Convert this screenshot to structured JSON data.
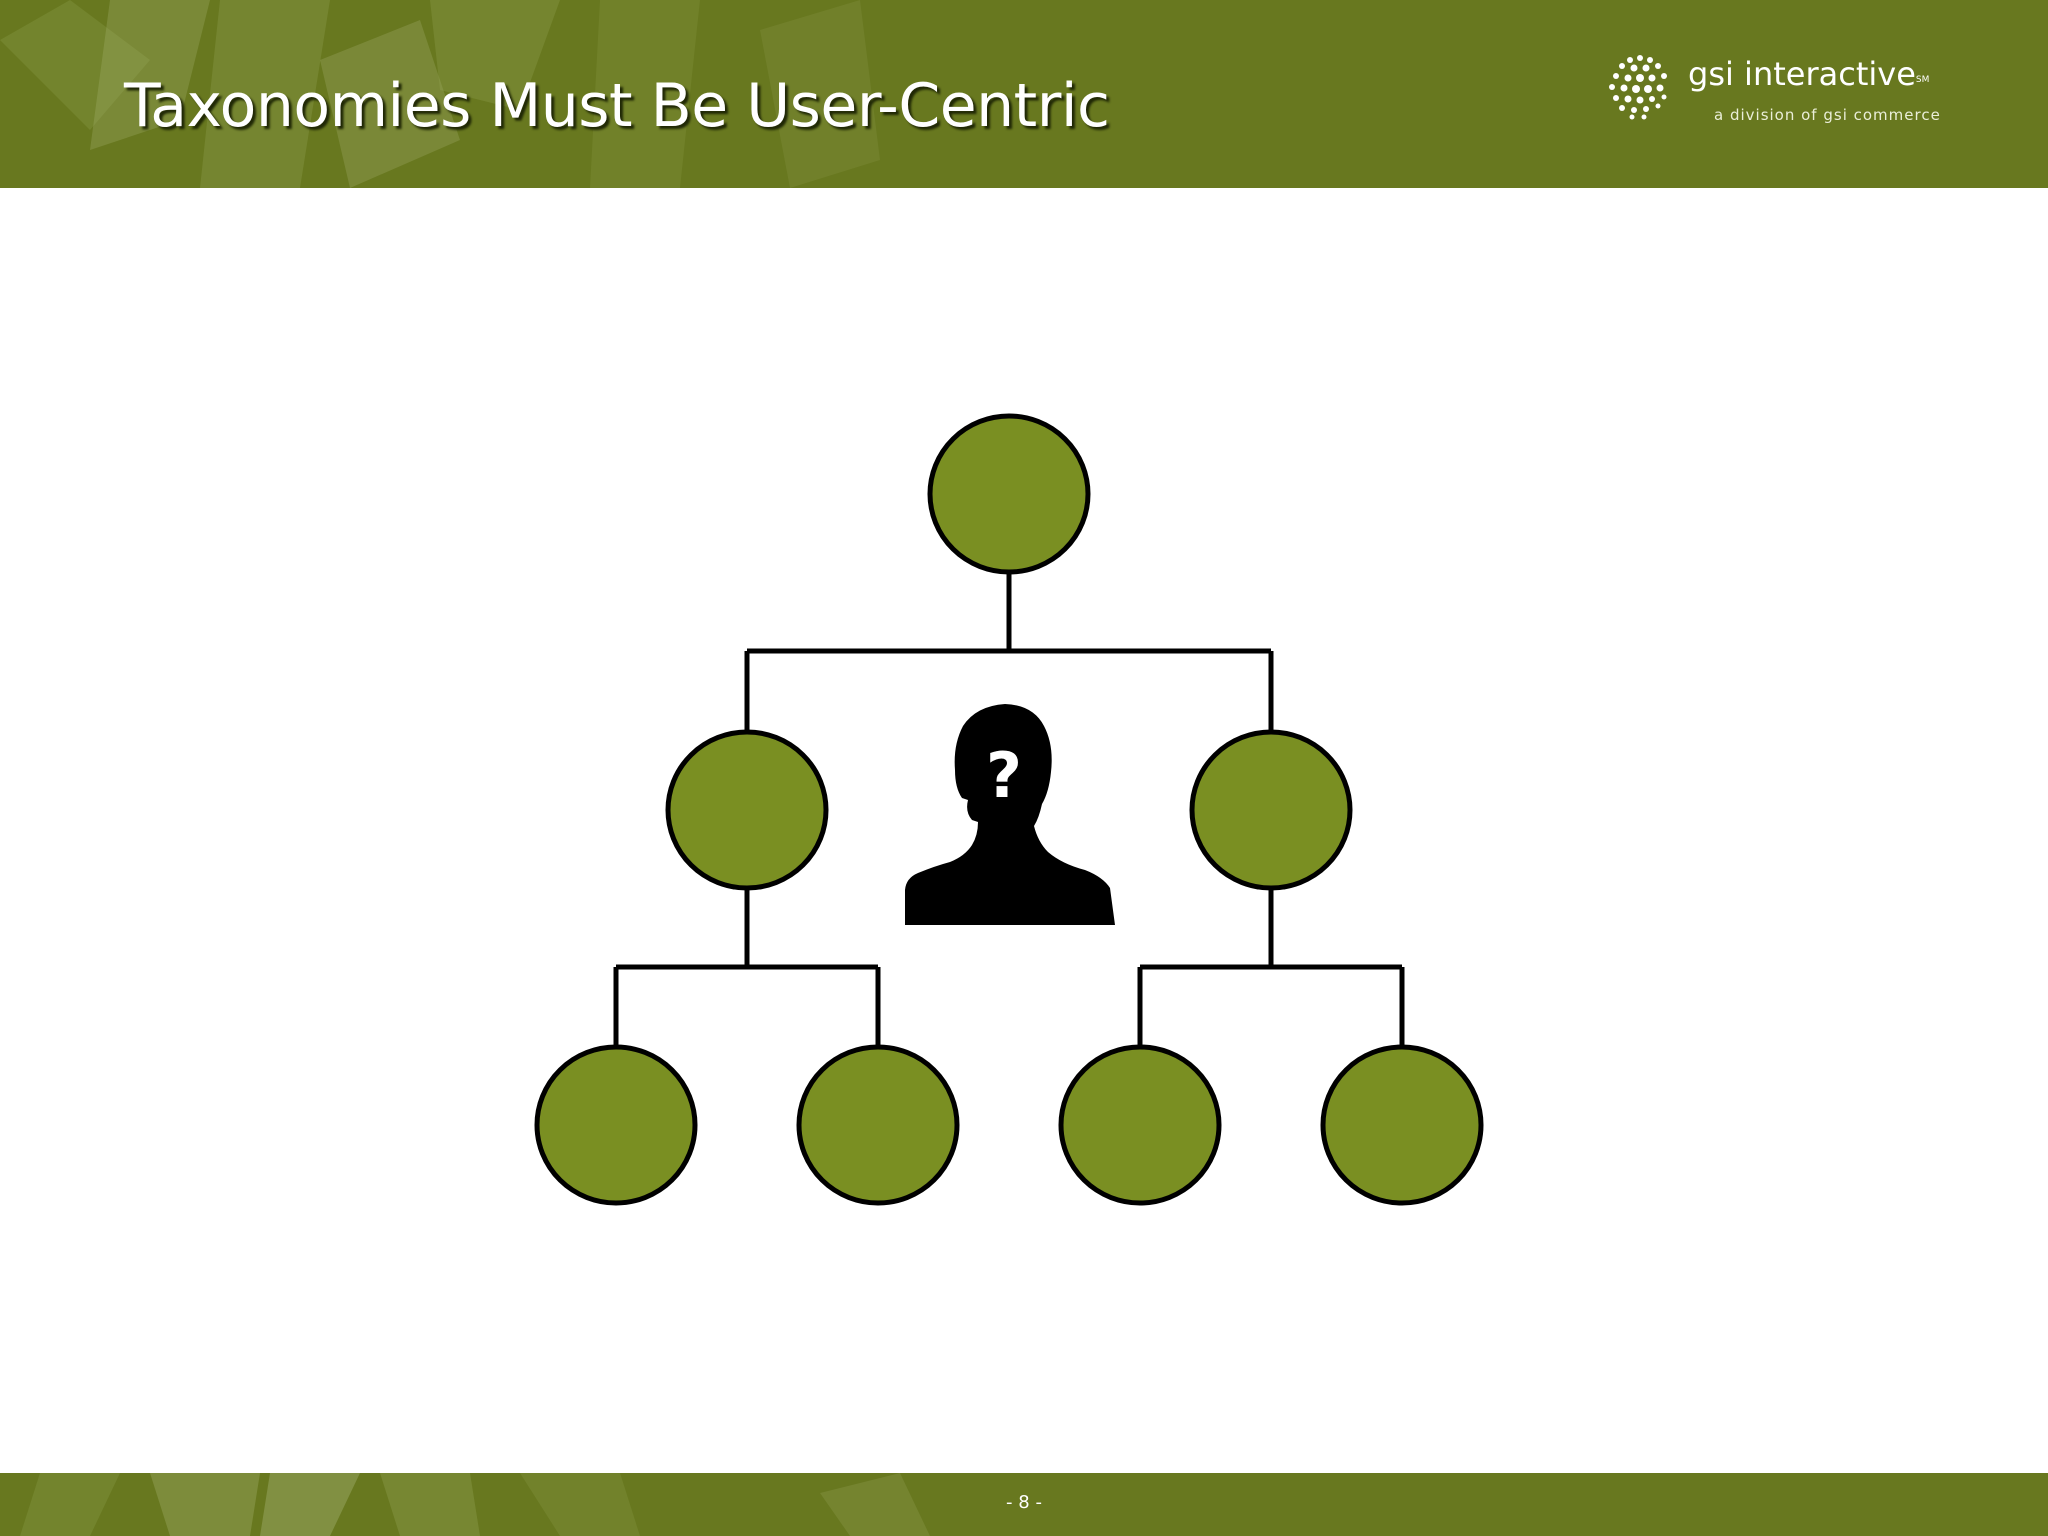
{
  "slide": {
    "title": "Taxonomies Must Be User-Centric",
    "page_number": "- 8 -"
  },
  "logo": {
    "name": "gsi interactive",
    "tm_mark": "SM",
    "tagline": "a division of gsi commerce"
  },
  "colors": {
    "brand_green": "#68781f",
    "node_fill": "#7a8f22",
    "node_stroke": "#000000",
    "connector": "#000000",
    "background": "#ffffff"
  },
  "diagram": {
    "type": "hierarchy-tree",
    "levels": 3,
    "nodes": [
      {
        "id": "root",
        "parent": null
      },
      {
        "id": "left-child",
        "parent": "root"
      },
      {
        "id": "right-child",
        "parent": "root"
      },
      {
        "id": "leaf-1",
        "parent": "left-child"
      },
      {
        "id": "leaf-2",
        "parent": "left-child"
      },
      {
        "id": "leaf-3",
        "parent": "right-child"
      },
      {
        "id": "leaf-4",
        "parent": "right-child"
      }
    ],
    "center_figure": {
      "icon": "unknown-user-silhouette-icon",
      "symbol": "?"
    }
  }
}
